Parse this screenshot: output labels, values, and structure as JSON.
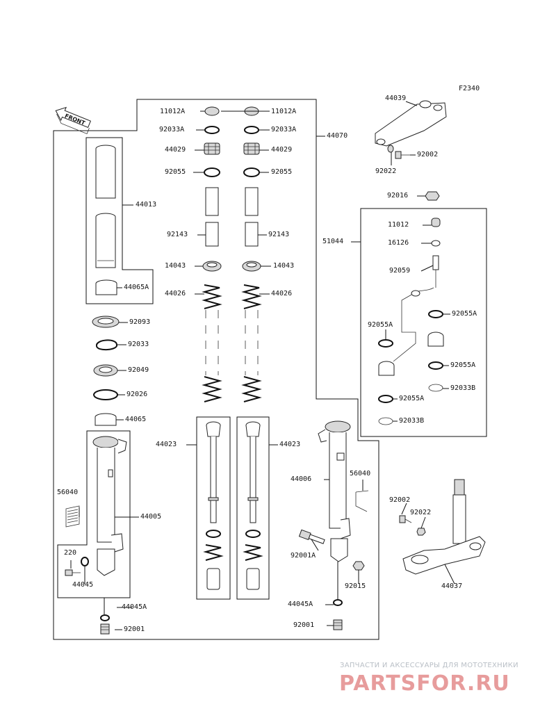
{
  "diagram": {
    "figure_code": "F2340",
    "front_label": "FRONT",
    "labels": [
      {
        "id": "11012A-l",
        "text": "11012A"
      },
      {
        "id": "11012A-r",
        "text": "11012A"
      },
      {
        "id": "92033A-l",
        "text": "92033A"
      },
      {
        "id": "92033A-r",
        "text": "92033A"
      },
      {
        "id": "44029-l",
        "text": "44029"
      },
      {
        "id": "44029-r",
        "text": "44029"
      },
      {
        "id": "92055-l",
        "text": "92055"
      },
      {
        "id": "92055-r",
        "text": "92055"
      },
      {
        "id": "44070",
        "text": "44070"
      },
      {
        "id": "44039",
        "text": "44039"
      },
      {
        "id": "92002-top",
        "text": "92002"
      },
      {
        "id": "92022-top",
        "text": "92022"
      },
      {
        "id": "92016",
        "text": "92016"
      },
      {
        "id": "44013",
        "text": "44013"
      },
      {
        "id": "92143-l",
        "text": "92143"
      },
      {
        "id": "92143-r",
        "text": "92143"
      },
      {
        "id": "11012",
        "text": "11012"
      },
      {
        "id": "51044",
        "text": "51044"
      },
      {
        "id": "16126",
        "text": "16126"
      },
      {
        "id": "14043-l",
        "text": "14043"
      },
      {
        "id": "14043-r",
        "text": "14043"
      },
      {
        "id": "92059",
        "text": "92059"
      },
      {
        "id": "44065A",
        "text": "44065A"
      },
      {
        "id": "44026-l",
        "text": "44026"
      },
      {
        "id": "44026-r",
        "text": "44026"
      },
      {
        "id": "92055A-1",
        "text": "92055A"
      },
      {
        "id": "92055A-2",
        "text": "92055A"
      },
      {
        "id": "92055A-3",
        "text": "92055A"
      },
      {
        "id": "92055A-4",
        "text": "92055A"
      },
      {
        "id": "92033B-1",
        "text": "92033B"
      },
      {
        "id": "92033B-2",
        "text": "92033B"
      },
      {
        "id": "92093",
        "text": "92093"
      },
      {
        "id": "92033",
        "text": "92033"
      },
      {
        "id": "92049",
        "text": "92049"
      },
      {
        "id": "92026",
        "text": "92026"
      },
      {
        "id": "44065",
        "text": "44065"
      },
      {
        "id": "44023-l",
        "text": "44023"
      },
      {
        "id": "44023-r",
        "text": "44023"
      },
      {
        "id": "56040-l",
        "text": "56040"
      },
      {
        "id": "56040-r",
        "text": "56040"
      },
      {
        "id": "44006",
        "text": "44006"
      },
      {
        "id": "44005",
        "text": "44005"
      },
      {
        "id": "92002-bot",
        "text": "92002"
      },
      {
        "id": "92022-bot",
        "text": "92022"
      },
      {
        "id": "220",
        "text": "220"
      },
      {
        "id": "92001A",
        "text": "92001A"
      },
      {
        "id": "44045",
        "text": "44045"
      },
      {
        "id": "92015",
        "text": "92015"
      },
      {
        "id": "44037",
        "text": "44037"
      },
      {
        "id": "44045A-l",
        "text": "44045A"
      },
      {
        "id": "44045A-r",
        "text": "44045A"
      },
      {
        "id": "92001-l",
        "text": "92001"
      },
      {
        "id": "92001-r",
        "text": "92001"
      }
    ]
  },
  "watermark": {
    "line1": "ЗАПЧАСТИ И АКСЕССУАРЫ ДЛЯ МОТОТЕХНИКИ",
    "line2": "PARTSFOR.RU"
  }
}
